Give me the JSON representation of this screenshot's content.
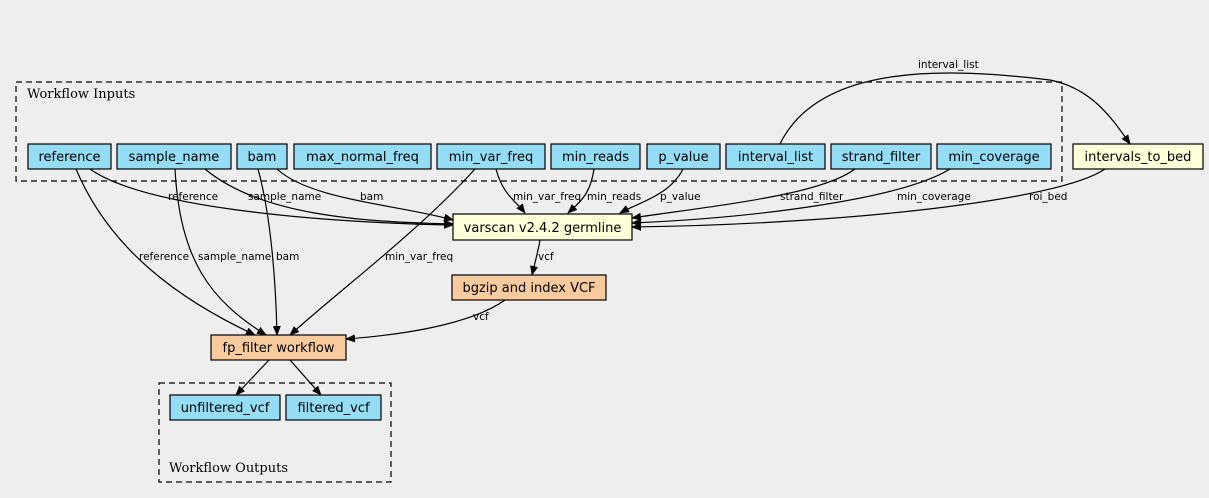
{
  "colors": {
    "background": "#eeeeee",
    "input_fill": "#94ddf4",
    "tool_fill": "#ffffd9",
    "subworkflow_fill": "#f7cb9d",
    "output_fill": "#94ddf4"
  },
  "clusters": {
    "inputs": "Workflow Inputs",
    "outputs": "Workflow Outputs"
  },
  "nodes": {
    "reference": "reference",
    "sample_name": "sample_name",
    "bam": "bam",
    "max_normal_freq": "max_normal_freq",
    "min_var_freq": "min_var_freq",
    "min_reads": "min_reads",
    "p_value": "p_value",
    "interval_list": "interval_list",
    "strand_filter": "strand_filter",
    "min_coverage": "min_coverage",
    "intervals_to_bed": "intervals_to_bed",
    "varscan": "varscan v2.4.2 germline",
    "bgzip": "bgzip and index VCF",
    "fp_filter": "fp_filter workflow",
    "unfiltered_vcf": "unfiltered_vcf",
    "filtered_vcf": "filtered_vcf"
  },
  "edge_labels": {
    "interval_list": "interval_list",
    "ref_varscan": "reference",
    "sample_varscan": "sample_name",
    "bam_varscan": "bam",
    "minvar_varscan": "min_var_freq",
    "minreads_varscan": "min_reads",
    "pvalue_varscan": "p_value",
    "strand_varscan": "strand_filter",
    "mincov_varscan": "min_coverage",
    "roi_bed": "roi_bed",
    "ref_fp": "reference",
    "sample_fp": "sample_name",
    "bam_fp": "bam",
    "minvar_fp": "min_var_freq",
    "vcf1": "vcf",
    "vcf2": "vcf"
  }
}
